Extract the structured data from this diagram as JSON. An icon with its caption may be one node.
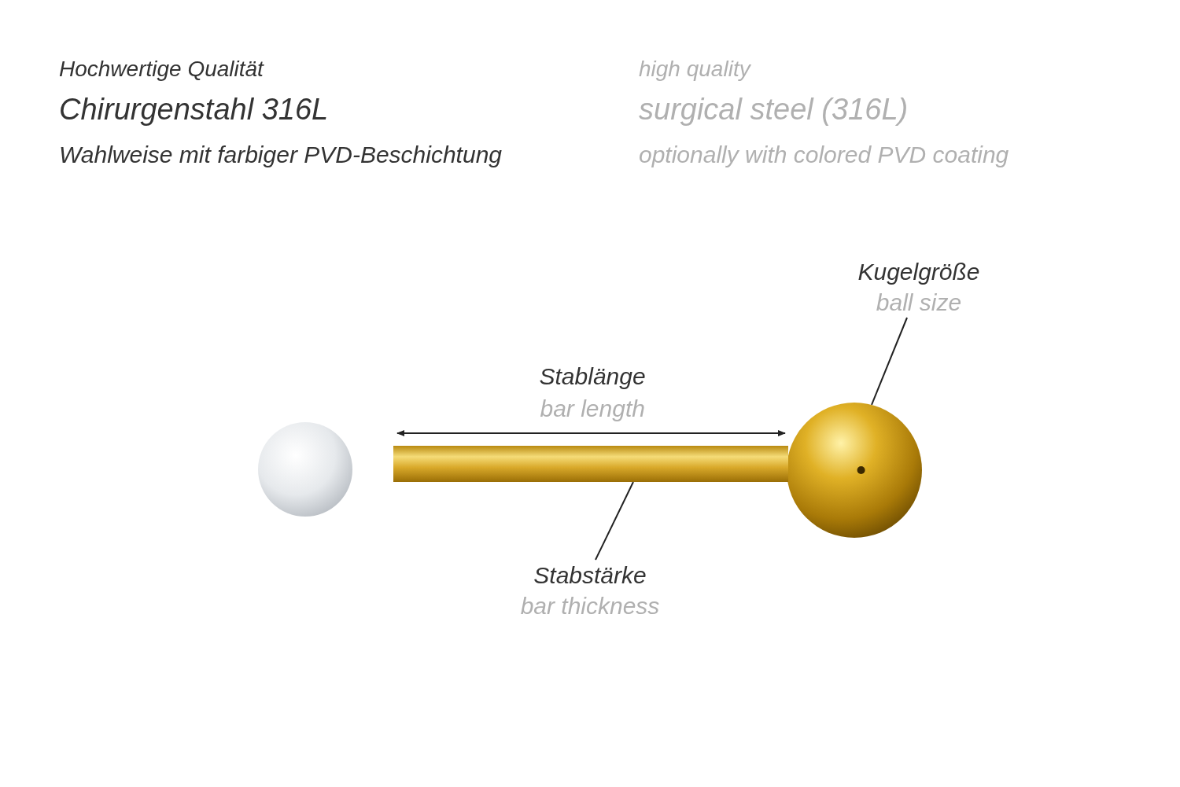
{
  "diagram": {
    "nodes": [
      {
        "text": [
          "Kugelgröße",
          "ball size"
        ]
      },
      {
        "text": [],
        "shape": "picture"
      },
      {
        "text": [
          "Stabstärke",
          "bar thickness"
        ]
      },
      {
        "text": [],
        "shape": "picture"
      }
    ],
    "edges": [
      {
        "from": 0,
        "to": 1,
        "arrow": "none"
      },
      {
        "from": 2,
        "to": 3,
        "arrow": "none"
      }
    ],
    "labels": [
      "Hochwertige Qualität",
      "Chirurgenstahl 316L",
      "Wahlweise mit farbiger PVD-Beschichtung",
      "high quality",
      "surgical steel (316L)",
      "optionally with colored PVD coating",
      "Stablänge",
      "bar length"
    ]
  }
}
